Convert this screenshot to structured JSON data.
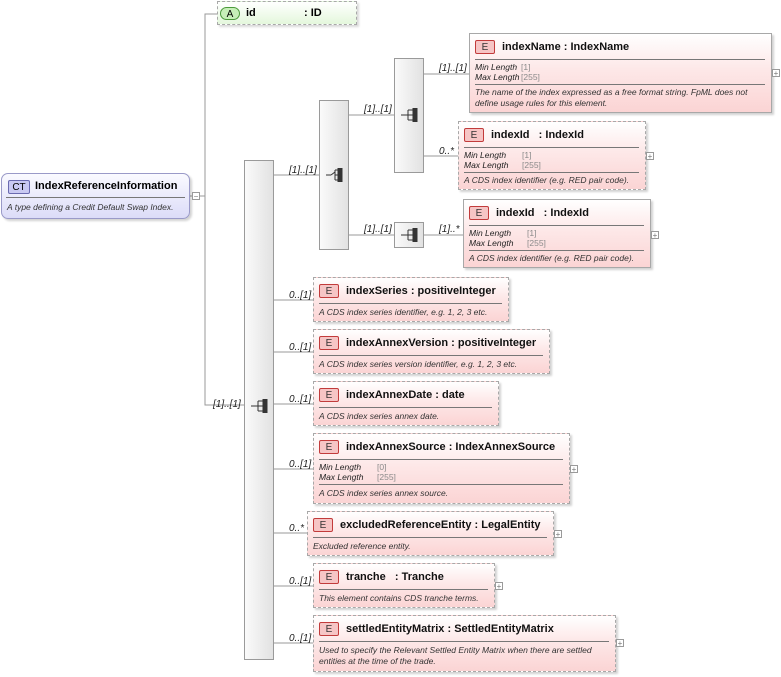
{
  "complex_type": {
    "badge": "CT",
    "name": "IndexReferenceInformation",
    "description": "A type defining a Credit Default Swap Index."
  },
  "attribute": {
    "badge": "A",
    "name": "id",
    "type": ": ID"
  },
  "multiplicities": {
    "outer_seq": "[1]..[1]",
    "choice": "[1]..[1]",
    "inner_seq1": "[1]..[1]",
    "inner_seq2": "[1]..[1]",
    "indexName": "[1]..[1]",
    "indexId_a": "0..*",
    "indexId_b": "[1]..*",
    "indexSeries": "0..[1]",
    "indexAnnexVersion": "0..[1]",
    "indexAnnexDate": "0..[1]",
    "indexAnnexSource": "0..[1]",
    "excludedReferenceEntity": "0..*",
    "tranche": "0..[1]",
    "settledEntityMatrix": "0..[1]"
  },
  "elements": {
    "indexName": {
      "badge": "E",
      "name": "indexName",
      "type": "IndexName",
      "facets": [
        {
          "label": "Min Length",
          "value": "[1]"
        },
        {
          "label": "Max Length",
          "value": "[255]"
        }
      ],
      "description": "The name of the index expressed as a free format string. FpML does not define usage rules for this element."
    },
    "indexId_a": {
      "badge": "E",
      "name": "indexId",
      "type": "IndexId",
      "facets": [
        {
          "label": "Min Length",
          "value": "[1]"
        },
        {
          "label": "Max Length",
          "value": "[255]"
        }
      ],
      "description": "A CDS index identifier (e.g. RED pair code)."
    },
    "indexId_b": {
      "badge": "E",
      "name": "indexId",
      "type": "IndexId",
      "facets": [
        {
          "label": "Min Length",
          "value": "[1]"
        },
        {
          "label": "Max Length",
          "value": "[255]"
        }
      ],
      "description": "A CDS index identifier (e.g. RED pair code)."
    },
    "indexSeries": {
      "badge": "E",
      "name": "indexSeries",
      "type": "positiveInteger",
      "description": "A CDS index series identifier, e.g. 1, 2, 3 etc."
    },
    "indexAnnexVersion": {
      "badge": "E",
      "name": "indexAnnexVersion",
      "type": "positiveInteger",
      "description": "A CDS index series version identifier, e.g. 1, 2, 3 etc."
    },
    "indexAnnexDate": {
      "badge": "E",
      "name": "indexAnnexDate",
      "type": "date",
      "description": "A CDS index series annex date."
    },
    "indexAnnexSource": {
      "badge": "E",
      "name": "indexAnnexSource",
      "type": "IndexAnnexSource",
      "facets": [
        {
          "label": "Min Length",
          "value": "[0]"
        },
        {
          "label": "Max Length",
          "value": "[255]"
        }
      ],
      "description": "A CDS index series annex source."
    },
    "excludedReferenceEntity": {
      "badge": "E",
      "name": "excludedReferenceEntity",
      "type": "LegalEntity",
      "description": "Excluded reference entity."
    },
    "tranche": {
      "badge": "E",
      "name": "tranche",
      "type": "Tranche",
      "description": "This element contains CDS tranche terms."
    },
    "settledEntityMatrix": {
      "badge": "E",
      "name": "settledEntityMatrix",
      "type": "SettledEntityMatrix",
      "description": "Used to specify the Relevant Settled Entity Matrix when there are settled entities at the time of the trade."
    }
  },
  "expand_symbol": "+"
}
